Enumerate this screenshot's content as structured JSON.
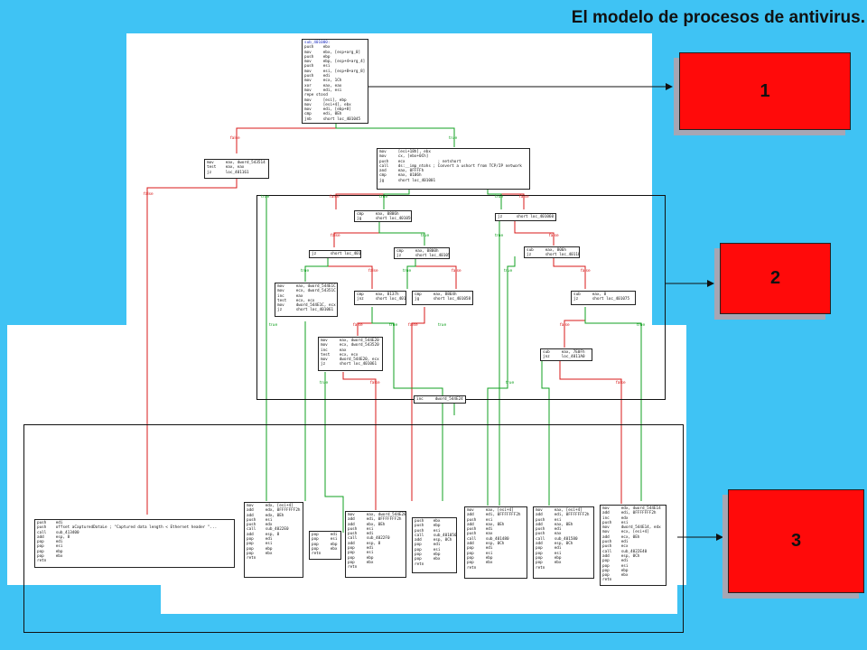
{
  "title": "El modelo de procesos de antivirus.",
  "colors": {
    "background": "#3fc3f4",
    "callout": "#ff0a0a",
    "true_edge": "#12a020",
    "false_edge": "#d81818"
  },
  "callouts": [
    {
      "label": "1"
    },
    {
      "label": "2"
    },
    {
      "label": "3"
    }
  ],
  "edge_labels": {
    "true": "true",
    "false": "false"
  },
  "nodes": [
    {
      "head": "sub_401000:",
      "lines": [
        "push    ebx",
        "mov     ebx, [esp+arg_0]",
        "push    ebp",
        "mov     ebp, [esp+4+arg_4]",
        "push    esi",
        "mov     esi, [esp+8+arg_8]",
        "push    edi",
        "mov     ecx, 1Ch",
        "xor     eax, eax",
        "mov     edi, esi",
        "repe stosd",
        "mov     [esi], ebp",
        "mov     [esi+4], ebx",
        "mov     edi, [ebp+8]",
        "cmp     edi, 0Eh",
        "jnb     short loc_401045"
      ]
    },
    {
      "head": "",
      "lines": [
        "mov     eax, dword_543514",
        "test    eax, eax",
        "jz      loc_401161"
      ]
    },
    {
      "head": "",
      "lines": [
        "mov     [esi+18h], ebx",
        "mov     cx, [ebx+0Ch]",
        "push    ecx              ; netshort",
        "call    ds:__imp_ntohs ; Convert a ushort from TCP/IP network",
        "and     eax, 0FFFFh",
        "cmp     eax, 0106h",
        "jg      short loc_401001"
      ]
    },
    {
      "head": "",
      "lines": [
        "cmp     eax, 0806h",
        "jg      short loc_401050"
      ]
    },
    {
      "head": "",
      "lines": [
        "jz      short loc_401060"
      ]
    },
    {
      "head": "",
      "lines": [
        "jz      short loc_40118F"
      ]
    },
    {
      "head": "",
      "lines": [
        "cmp     eax, 0800h",
        "jz      short loc_401058"
      ]
    },
    {
      "head": "",
      "lines": [
        "sub     eax, 806h",
        "jz      short loc_40118F"
      ]
    },
    {
      "head": "",
      "lines": [
        "mov     eax, dword_544E1C",
        "mov     ecx, dword_54351C",
        "inc     eax",
        "test    ecx, ecx",
        "mov     dword_544E1C, ecx",
        "jz      short loc_401061"
      ]
    },
    {
      "head": "",
      "lines": [
        "cmp     eax, 8137h",
        "jnz     short loc_401058"
      ]
    },
    {
      "head": "",
      "lines": [
        "cmp     eax, 8864h",
        "jg      short loc_401058"
      ]
    },
    {
      "head": "",
      "lines": [
        "sub     eax, 8",
        "jz      short loc_401075"
      ]
    },
    {
      "head": "",
      "lines": [
        "mov     eax, dword_544E20",
        "mov     ecx, dword_543520",
        "inc     eax",
        "test    ecx, ecx",
        "mov     dword_544E20, ecx",
        "jz      short loc_401061"
      ]
    },
    {
      "head": "",
      "lines": [
        "sub     eax, 7E0Fh",
        "jnz     loc_4011A0"
      ]
    },
    {
      "head": "",
      "lines": [
        "inc     dword_544E24"
      ]
    },
    {
      "head": "",
      "lines": [
        "push    edi",
        "push    offset aCapturedDataLe ; \"Captured data length < Ethernet header \"...",
        "call    sub_413400",
        "add     esp, 8",
        "pop     edi",
        "pop     esi",
        "pop     ebp",
        "pop     ebx",
        "retn"
      ]
    },
    {
      "head": "",
      "lines": [
        "mov     edx, [esi+4]",
        "add     edx, 0FFFFFFF2h",
        "add     edx, 0Eh",
        "push    esi",
        "push    edx",
        "call    sub_4022E0",
        "add     esp, 8",
        "pop     edi",
        "pop     esi",
        "pop     ebp",
        "pop     ebx",
        "retn"
      ]
    },
    {
      "head": "",
      "lines": [
        "pop     edi",
        "pop     esi",
        "pop     ebp",
        "pop     ebx",
        "retn"
      ]
    },
    {
      "head": "",
      "lines": [
        "mov     eax, dword_544E28",
        "add     edi, 0FFFFFFF2h",
        "add     ebx, 0Eh",
        "push    esi",
        "push    edi",
        "call    sub_4022F0",
        "add     esp, 8",
        "pop     edi",
        "pop     esi",
        "pop     ebp",
        "pop     ebx",
        "retn"
      ]
    },
    {
      "head": "",
      "lines": [
        "push    ebx",
        "push    ebp",
        "push    esi",
        "call    sub_401050",
        "add     esp, 0Ch",
        "pop     edi",
        "pop     esi",
        "pop     ebp",
        "pop     ebx",
        "retn"
      ]
    },
    {
      "head": "",
      "lines": [
        "mov     eax, [esi+4]",
        "add     edi, 0FFFFFFF2h",
        "push    esi",
        "add     eax, 0Eh",
        "push    edi",
        "push    eax",
        "call    sub_401480",
        "add     esp, 0Ch",
        "pop     edi",
        "pop     esi",
        "pop     ebp",
        "pop     ebx",
        "retn"
      ]
    },
    {
      "head": "",
      "lines": [
        "mov     eax, [esi+4]",
        "add     edi, 0FFFFFFF2h",
        "push    esi",
        "add     eax, 0Eh",
        "push    edi",
        "push    eax",
        "call    sub_401580",
        "add     esp, 0Ch",
        "pop     edi",
        "pop     esi",
        "pop     ebp",
        "pop     ebx",
        "retn"
      ]
    },
    {
      "head": "",
      "lines": [
        "mov     edx, dword_544E14",
        "add     edi, 0FFFFFFF2h",
        "inc     edx",
        "push    esi",
        "mov     dword_544E14, edx",
        "mov     ecx, [esi+4]",
        "add     ecx, 0Eh",
        "push    edi",
        "push    ecx",
        "call    sub_4022E40",
        "add     esp, 0Ch",
        "pop     edi",
        "pop     esi",
        "pop     ebp",
        "pop     ebx",
        "retn"
      ]
    }
  ]
}
